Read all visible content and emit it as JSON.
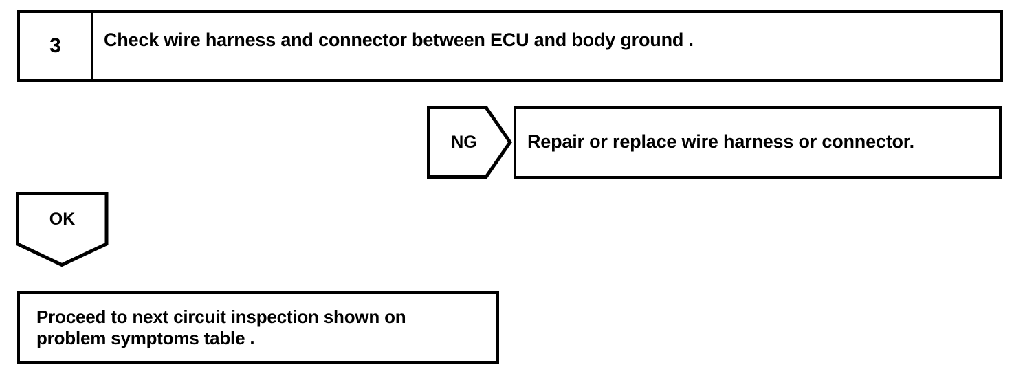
{
  "diagram": {
    "type": "troubleshooting-flowchart",
    "colors": {
      "stroke": "#000000",
      "fill": "#ffffff",
      "text": "#000000"
    },
    "step": {
      "number": "3",
      "instruction": "Check wire harness and connector between ECU and body ground ."
    },
    "ng_branch": {
      "label": "NG",
      "action": "Repair or replace wire harness or connector."
    },
    "ok_branch": {
      "label": "OK",
      "result_line_1": "Proceed to next circuit inspection shown on",
      "result_line_2": "problem symptoms table ."
    }
  }
}
